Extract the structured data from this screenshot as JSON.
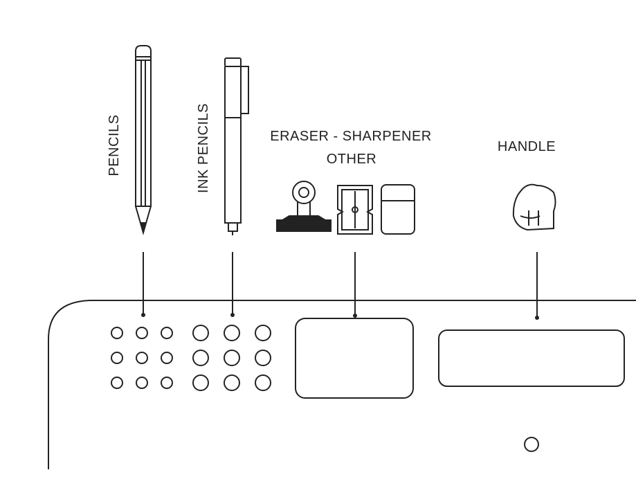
{
  "labels": {
    "pencils": "PENCILS",
    "ink_pencils": "INK PENCILS",
    "eraser_sharpener": "ERASER - SHARPENER",
    "other": "OTHER",
    "handle": "HANDLE"
  },
  "icons": {
    "pencil": "pencil-icon",
    "ink_pencil": "ink-pencil-icon",
    "clip": "binder-clip-icon",
    "sharpener": "sharpener-icon",
    "eraser": "eraser-icon",
    "handle": "hand-fist-icon"
  },
  "holes": {
    "pencil_grid": {
      "rows": 3,
      "cols": 3
    },
    "ink_grid": {
      "rows": 3,
      "cols": 3
    },
    "bottom_hole_count": 1
  },
  "colors": {
    "line": "#222222",
    "background": "#ffffff"
  }
}
